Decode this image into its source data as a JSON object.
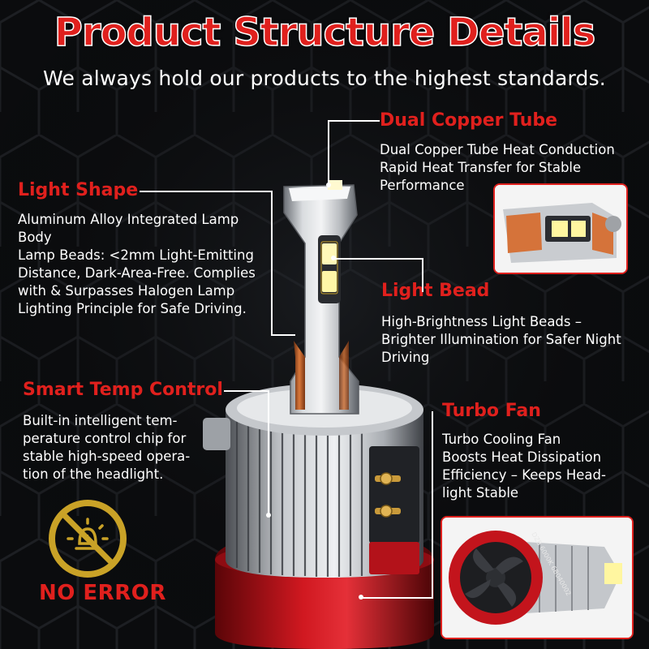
{
  "header": {
    "title": "Product Structure Details",
    "subtitle": "We always hold our products to the highest standards."
  },
  "features": {
    "dual_copper_tube": {
      "title": "Dual Copper Tube",
      "text": "Dual Copper Tube Heat Conduction\nRapid Heat Transfer for Stable\nPerformance"
    },
    "light_shape": {
      "title": "Light Shape",
      "text": "Aluminum Alloy Integrated Lamp\nBody\nLamp Beads: <2mm Light-Emitting\nDistance, Dark-Area-Free. Complies\nwith & Surpasses Halogen Lamp\nLighting Principle for Safe Driving."
    },
    "light_bead": {
      "title": "Light Bead",
      "text": "High-Brightness Light Beads –\nBrighter Illumination for Safer Night\nDriving"
    },
    "smart_temp_control": {
      "title": "Smart Temp Control",
      "text": "Built-in intelligent tem-\nperature control chip for\nstable high-speed opera-\ntion of the headlight."
    },
    "turbo_fan": {
      "title": "Turbo Fan",
      "text": "Turbo Cooling Fan\nBoosts Heat Dissipation\nEfficiency – Keeps Head-\nlight Stable"
    }
  },
  "badge": {
    "label": "NO ERROR",
    "icon": "no-error-icon"
  },
  "product_print": "DZB 6000K 6B040002",
  "colors": {
    "accent": "#e0201d",
    "background": "#0b0c0e",
    "text": "#ffffff",
    "badge_ring": "#c9a227"
  }
}
